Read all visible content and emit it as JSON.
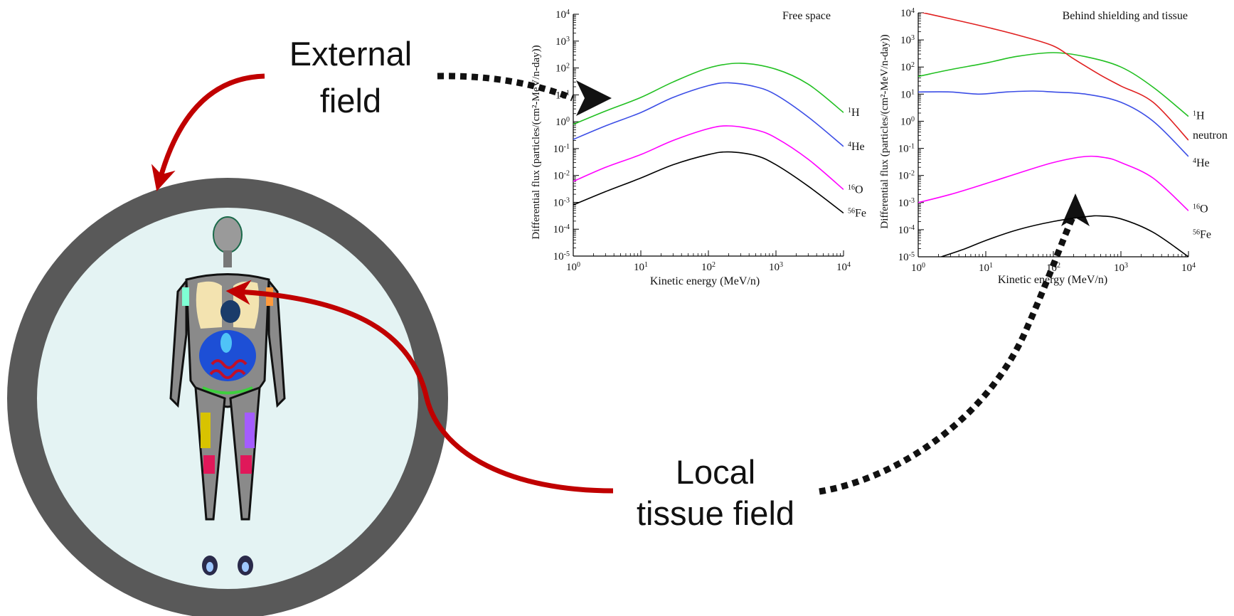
{
  "labels": {
    "external_line1": "External",
    "external_line2": "field",
    "local_line1": "Local",
    "local_line2": "tissue field"
  },
  "colors": {
    "red_arrow": "#c00000",
    "dotted_arrow": "#111111",
    "shield_ring": "#595959",
    "habitat_interior": "#e4f3f3"
  },
  "icons": {
    "phantom": "human-body-phantom-icon"
  },
  "chart_data": [
    {
      "type": "line",
      "title": "Free space",
      "xlabel": "Kinetic energy (MeV/n)",
      "ylabel": "Differential flux (particles/(cm²-MeV/n-day))",
      "xscale": "log",
      "yscale": "log",
      "xlim": [
        1,
        10000
      ],
      "ylim": [
        1e-05,
        10000
      ],
      "xticks": [
        {
          "value": 1,
          "base": "10",
          "exp": "0"
        },
        {
          "value": 10,
          "base": "10",
          "exp": "1"
        },
        {
          "value": 100,
          "base": "10",
          "exp": "2"
        },
        {
          "value": 1000,
          "base": "10",
          "exp": "3"
        },
        {
          "value": 10000,
          "base": "10",
          "exp": "4"
        }
      ],
      "yticks": [
        {
          "value": 10000,
          "base": "10",
          "exp": "4"
        },
        {
          "value": 1000,
          "base": "10",
          "exp": "3"
        },
        {
          "value": 100,
          "base": "10",
          "exp": "2"
        },
        {
          "value": 10,
          "base": "10",
          "exp": "1"
        },
        {
          "value": 1,
          "base": "10",
          "exp": "0"
        },
        {
          "value": 0.1,
          "base": "10",
          "exp": "-1"
        },
        {
          "value": 0.01,
          "base": "10",
          "exp": "-2"
        },
        {
          "value": 0.001,
          "base": "10",
          "exp": "-3"
        },
        {
          "value": 0.0001,
          "base": "10",
          "exp": "-4"
        },
        {
          "value": 1e-05,
          "base": "10",
          "exp": "-5"
        }
      ],
      "series": [
        {
          "name": "H",
          "mass": "1",
          "color": "#22c022",
          "points": [
            [
              1,
              0.8
            ],
            [
              3,
              2.5
            ],
            [
              10,
              8
            ],
            [
              30,
              30
            ],
            [
              100,
              100
            ],
            [
              300,
              150
            ],
            [
              1000,
              90
            ],
            [
              3000,
              25
            ],
            [
              10000,
              2.2
            ]
          ]
        },
        {
          "name": "He",
          "mass": "4",
          "color": "#3c4ee6",
          "points": [
            [
              1,
              0.22
            ],
            [
              3,
              0.7
            ],
            [
              10,
              2.2
            ],
            [
              30,
              8
            ],
            [
              100,
              22
            ],
            [
              200,
              28
            ],
            [
              500,
              20
            ],
            [
              1000,
              10
            ],
            [
              3000,
              1.5
            ],
            [
              10000,
              0.12
            ]
          ]
        },
        {
          "name": "O",
          "mass": "16",
          "color": "#ff00ff",
          "points": [
            [
              1,
              0.006
            ],
            [
              3,
              0.02
            ],
            [
              10,
              0.06
            ],
            [
              30,
              0.2
            ],
            [
              100,
              0.55
            ],
            [
              200,
              0.7
            ],
            [
              500,
              0.5
            ],
            [
              1000,
              0.25
            ],
            [
              3000,
              0.04
            ],
            [
              10000,
              0.003
            ]
          ]
        },
        {
          "name": "Fe",
          "mass": "56",
          "color": "#000000",
          "points": [
            [
              1,
              0.0008
            ],
            [
              3,
              0.0025
            ],
            [
              10,
              0.008
            ],
            [
              30,
              0.025
            ],
            [
              100,
              0.06
            ],
            [
              200,
              0.075
            ],
            [
              500,
              0.055
            ],
            [
              1000,
              0.025
            ],
            [
              3000,
              0.004
            ],
            [
              10000,
              0.0004
            ]
          ]
        }
      ]
    },
    {
      "type": "line",
      "title": "Behind shielding and tissue",
      "xlabel": "Kinetic energy (MeV/n)",
      "ylabel": "Differential flux (particles/(cm²-MeV/n-day))",
      "xscale": "log",
      "yscale": "log",
      "xlim": [
        1,
        10000
      ],
      "ylim": [
        1e-05,
        10000
      ],
      "xticks": [
        {
          "value": 1,
          "base": "10",
          "exp": "0"
        },
        {
          "value": 10,
          "base": "10",
          "exp": "1"
        },
        {
          "value": 100,
          "base": "10",
          "exp": "2"
        },
        {
          "value": 1000,
          "base": "10",
          "exp": "3"
        },
        {
          "value": 10000,
          "base": "10",
          "exp": "4"
        }
      ],
      "yticks": [
        {
          "value": 10000,
          "base": "10",
          "exp": "4"
        },
        {
          "value": 1000,
          "base": "10",
          "exp": "3"
        },
        {
          "value": 100,
          "base": "10",
          "exp": "2"
        },
        {
          "value": 10,
          "base": "10",
          "exp": "1"
        },
        {
          "value": 1,
          "base": "10",
          "exp": "0"
        },
        {
          "value": 0.1,
          "base": "10",
          "exp": "-1"
        },
        {
          "value": 0.01,
          "base": "10",
          "exp": "-2"
        },
        {
          "value": 0.001,
          "base": "10",
          "exp": "-3"
        },
        {
          "value": 0.0001,
          "base": "10",
          "exp": "-4"
        },
        {
          "value": 1e-05,
          "base": "10",
          "exp": "-5"
        }
      ],
      "series": [
        {
          "name": "H",
          "mass": "1",
          "color": "#22c022",
          "points": [
            [
              1,
              45
            ],
            [
              3,
              80
            ],
            [
              10,
              140
            ],
            [
              30,
              250
            ],
            [
              100,
              340
            ],
            [
              300,
              240
            ],
            [
              1000,
              100
            ],
            [
              3000,
              18
            ],
            [
              10000,
              1.5
            ]
          ]
        },
        {
          "name": "neutron",
          "mass": "",
          "color": "#e02020",
          "points": [
            [
              1,
              11000
            ],
            [
              3,
              6000
            ],
            [
              10,
              3000
            ],
            [
              30,
              1500
            ],
            [
              100,
              600
            ],
            [
              200,
              200
            ],
            [
              500,
              50
            ],
            [
              1000,
              20
            ],
            [
              3000,
              5
            ],
            [
              10000,
              0.2
            ]
          ]
        },
        {
          "name": "He",
          "mass": "4",
          "color": "#3c4ee6",
          "points": [
            [
              1,
              12
            ],
            [
              3,
              12
            ],
            [
              8,
              10
            ],
            [
              20,
              12
            ],
            [
              50,
              13
            ],
            [
              100,
              12
            ],
            [
              300,
              10
            ],
            [
              1000,
              5
            ],
            [
              3000,
              1
            ],
            [
              10000,
              0.05
            ]
          ]
        },
        {
          "name": "O",
          "mass": "16",
          "color": "#ff00ff",
          "points": [
            [
              1,
              0.001
            ],
            [
              3,
              0.002
            ],
            [
              10,
              0.005
            ],
            [
              30,
              0.012
            ],
            [
              100,
              0.03
            ],
            [
              300,
              0.05
            ],
            [
              600,
              0.045
            ],
            [
              1000,
              0.03
            ],
            [
              3000,
              0.008
            ],
            [
              10000,
              0.0005
            ]
          ]
        },
        {
          "name": "Fe",
          "mass": "56",
          "color": "#000000",
          "points": [
            [
              2.2,
              1e-05
            ],
            [
              5,
              2e-05
            ],
            [
              10,
              4e-05
            ],
            [
              30,
              0.0001
            ],
            [
              100,
              0.0002
            ],
            [
              300,
              0.0003
            ],
            [
              500,
              0.00032
            ],
            [
              1000,
              0.00025
            ],
            [
              3000,
              8e-05
            ],
            [
              10000,
              1e-05
            ]
          ]
        }
      ]
    }
  ]
}
